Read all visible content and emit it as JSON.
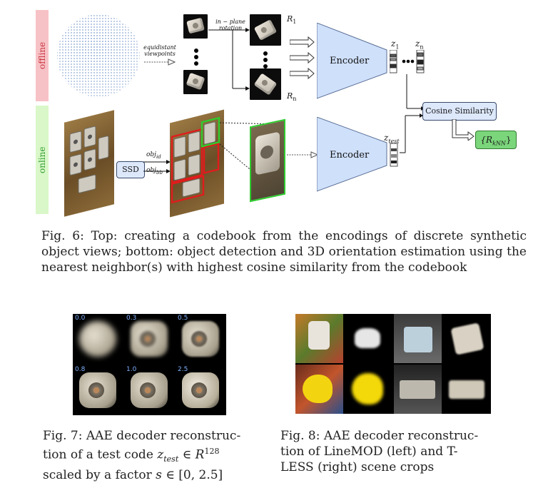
{
  "fig6": {
    "band_offline": "offline",
    "band_online": "online",
    "equidistant_label": "equidistant viewpoints",
    "inplane_label": "in − plane rotation",
    "r1": "R",
    "r1_sub": "1",
    "rn": "R",
    "rn_sub": "n",
    "encoder_top": "Encoder",
    "encoder_bottom": "Encoder",
    "z1": "z",
    "z1_sub": "1",
    "zn": "z",
    "zn_sub": "n",
    "ztest": "z",
    "ztest_sub": "test",
    "cosine": "Cosine Similarity",
    "rknn": "{R",
    "rknn_sub": "kNN",
    "rknn_close": "}",
    "ssd": "SSD",
    "obj_id": "obj",
    "obj_id_sub": "id",
    "obj_bb": "obj",
    "obj_bb_sub": "bb",
    "colors": {
      "offline_band": "#f7c2c6",
      "online_band": "#d9f7c8",
      "encoder_fill": "#cfe0fb",
      "bbox_red": "#e01c1c",
      "bbox_green": "#2ecc2e",
      "rknn_fill": "#7bd67b"
    }
  },
  "captions": {
    "fig6": "Fig. 6: Top: creating a codebook from the encodings of discrete synthetic object views; bottom: object detection and 3D orientation estimation using the nearest neighbor(s) with highest cosine similarity from the codebook",
    "fig7_prefix": "Fig. 7: AAE decoder reconstruc- tion of a test code ",
    "fig7_var": "z",
    "fig7_var_sub": "test",
    "fig7_mid": " ∈ ",
    "fig7_set": "R",
    "fig7_sup": "128",
    "fig7_tail": " scaled by a factor ",
    "fig7_s": "s",
    "fig7_range": " ∈ [0, 2.5]",
    "fig8": "Fig. 8: AAE decoder reconstruc- tion of LineMOD (left) and T- LESS (right) scene crops"
  },
  "fig7": {
    "scales": [
      "0.0",
      "0.3",
      "0.5",
      "0.8",
      "1.0",
      "2.5"
    ]
  }
}
